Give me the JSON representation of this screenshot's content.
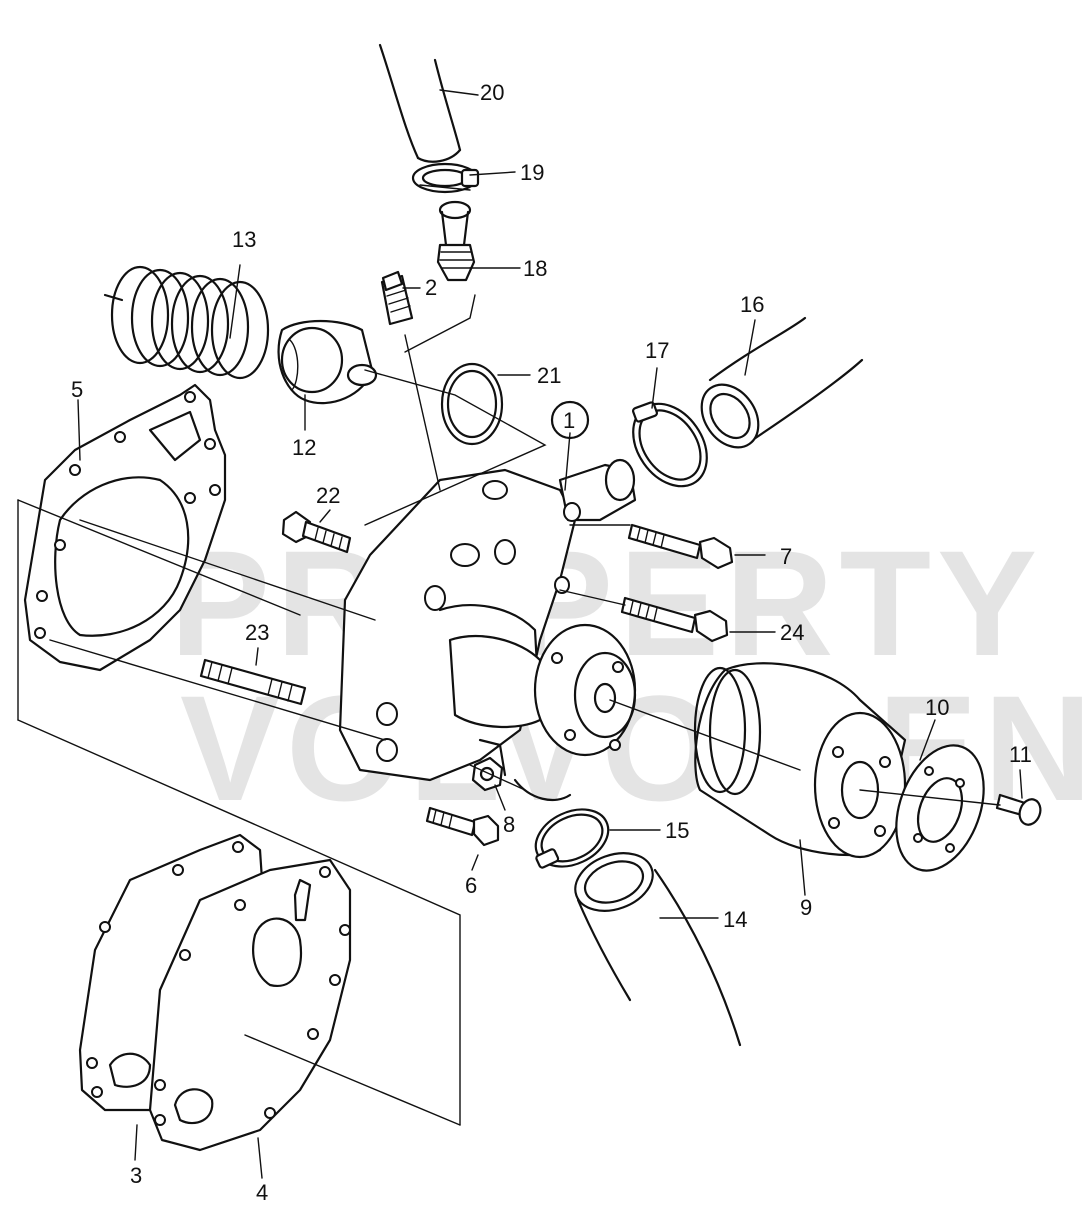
{
  "diagram": {
    "watermark": {
      "line1": "PROPERTY OF",
      "line2": "VOLVO PENTA"
    },
    "callouts": {
      "c1": "1",
      "c2": "2",
      "c3": "3",
      "c4": "4",
      "c5": "5",
      "c6": "6",
      "c7": "7",
      "c8": "8",
      "c9": "9",
      "c10": "10",
      "c11": "11",
      "c12": "12",
      "c13": "13",
      "c14": "14",
      "c15": "15",
      "c16": "16",
      "c17": "17",
      "c18": "18",
      "c19": "19",
      "c20": "20",
      "c21": "21",
      "c22": "22",
      "c23": "23",
      "c24": "24"
    }
  }
}
